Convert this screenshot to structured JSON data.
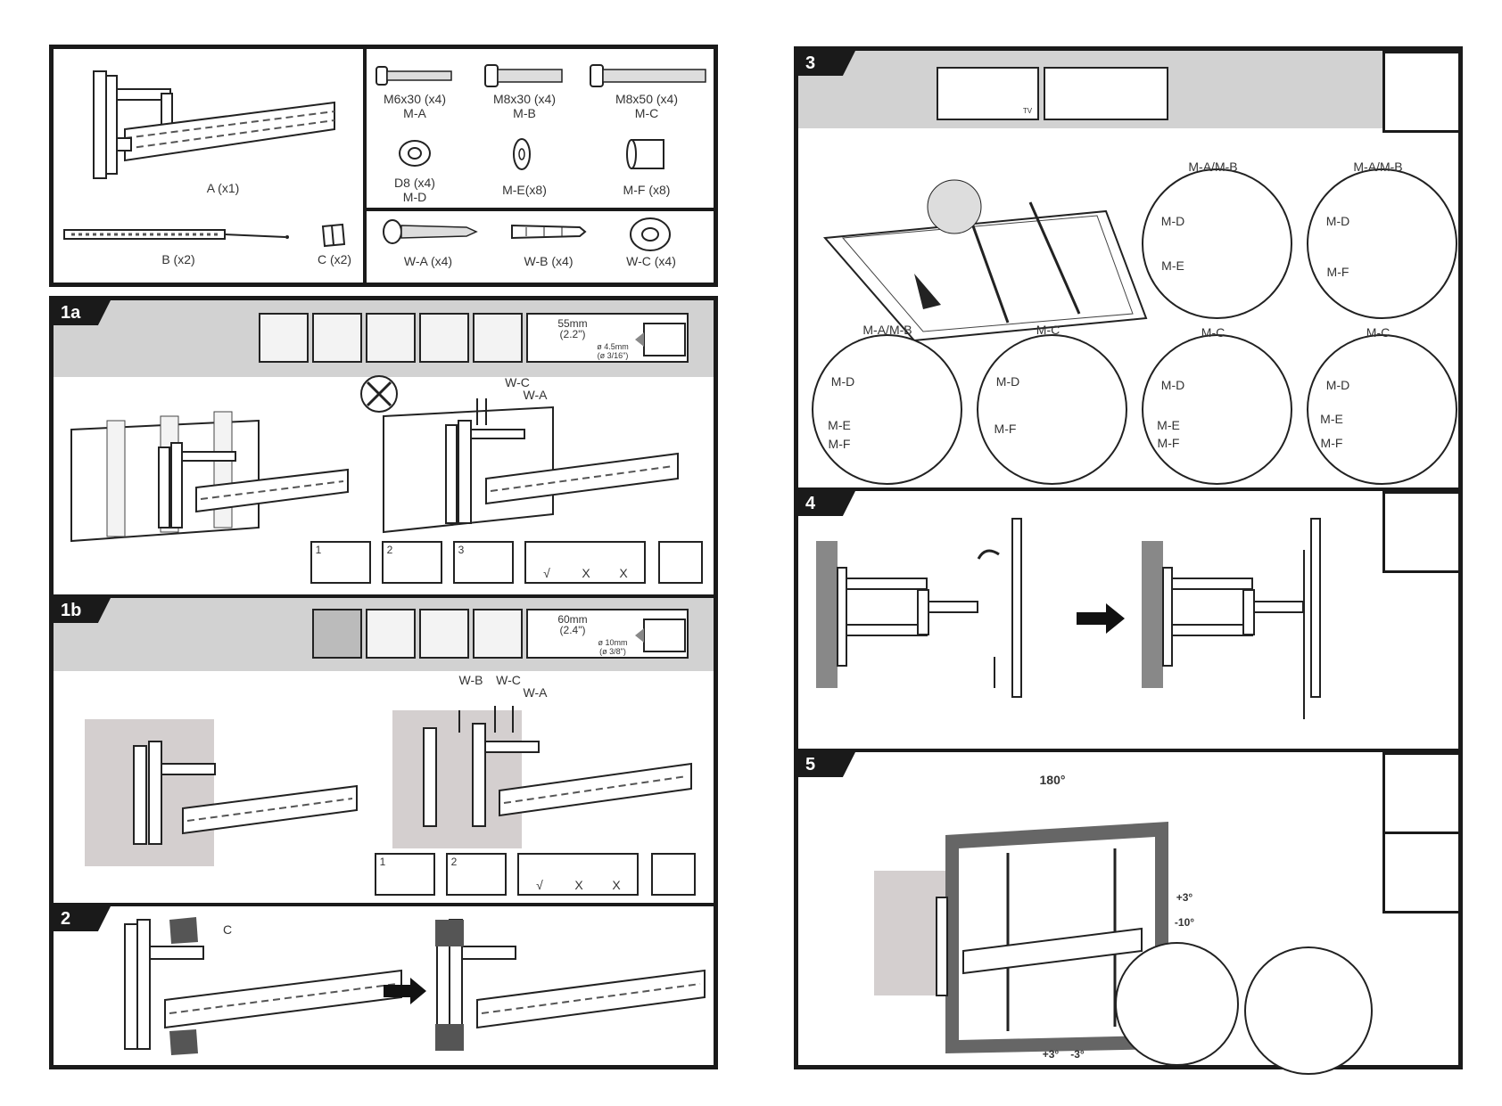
{
  "parts": {
    "a_label": "A (x1)",
    "b_label": "B (x2)",
    "c_label": "C (x2)",
    "screws": [
      {
        "label": "M6x30 (x4)",
        "code": "M-A"
      },
      {
        "label": "M8x30 (x4)",
        "code": "M-B"
      },
      {
        "label": "M8x50 (x4)",
        "code": "M-C"
      }
    ],
    "washers": [
      {
        "label": "D8 (x4)",
        "code": "M-D"
      },
      {
        "label": "M-E(x8)",
        "code": ""
      },
      {
        "label": "M-F (x8)",
        "code": ""
      }
    ],
    "wall": [
      {
        "label": "W-A (x4)"
      },
      {
        "label": "W-B (x4)"
      },
      {
        "label": "W-C (x4)"
      }
    ]
  },
  "step1a": {
    "num": "1a",
    "drill_depth": "55mm",
    "drill_depth_in": "(2.2\")",
    "drill_dia": "ø 4.5mm",
    "drill_dia_in": "(ø 3/16\")",
    "wc": "W-C",
    "wa": "W-A",
    "sub": [
      "1",
      "2",
      "3"
    ],
    "check": "√",
    "x1": "X",
    "x2": "X"
  },
  "step1b": {
    "num": "1b",
    "drill_depth": "60mm",
    "drill_depth_in": "(2.4\")",
    "drill_dia": "ø 10mm",
    "drill_dia_in": "(ø 3/8\")",
    "wb": "W-B",
    "wc": "W-C",
    "wa": "W-A",
    "sub": [
      "1",
      "2"
    ],
    "check": "√",
    "x1": "X",
    "x2": "X"
  },
  "step2": {
    "num": "2",
    "c": "C"
  },
  "step3": {
    "num": "3",
    "circles": [
      {
        "top": "M-A/M-B",
        "labels": [
          "M-D",
          "M-E"
        ]
      },
      {
        "top": "M-A/M-B",
        "labels": [
          "M-D",
          "M-F"
        ]
      },
      {
        "top": "M-A/M-B",
        "labels": [
          "M-D",
          "M-E",
          "M-F"
        ]
      },
      {
        "top": "M-C",
        "labels": [
          "M-D",
          "M-F"
        ]
      },
      {
        "top": "M-C",
        "labels": [
          "M-D",
          "M-E",
          "M-F"
        ]
      },
      {
        "top": "M-C",
        "labels": [
          "M-D",
          "M-E",
          "M-F"
        ]
      }
    ],
    "tv": "TV"
  },
  "step4": {
    "num": "4"
  },
  "step5": {
    "num": "5",
    "rotate": "180°",
    "tilt_up": "+3°",
    "tilt_down": "-10°",
    "level_plus": "+3°",
    "level_minus": "-3°"
  }
}
